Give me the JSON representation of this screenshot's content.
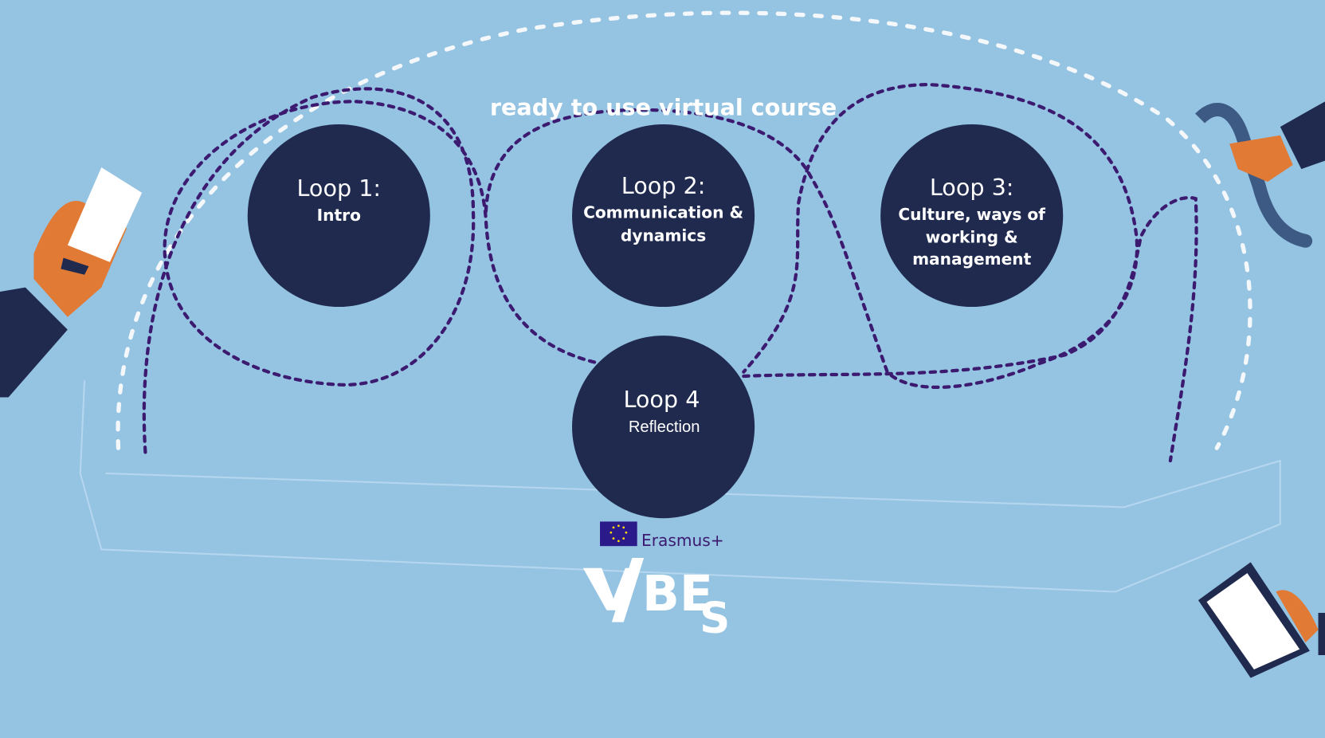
{
  "title": "ready to use virtual course",
  "loops": [
    {
      "heading": "Loop 1:",
      "lines": [
        "Intro"
      ]
    },
    {
      "heading": "Loop 2:",
      "lines": [
        "Communication &",
        "dynamics"
      ]
    },
    {
      "heading": "Loop 3:",
      "lines": [
        "Culture, ways of",
        "working &",
        "management"
      ]
    },
    {
      "heading": "Loop 4",
      "lines": [
        "Reflection"
      ]
    }
  ],
  "funding": {
    "label": "Erasmus+"
  },
  "logo": {
    "text": "VIBES"
  },
  "colors": {
    "background": "#95c3e2",
    "circle": "#1f2a4e",
    "dots": "#3b1a70",
    "accent": "#e07a35"
  }
}
